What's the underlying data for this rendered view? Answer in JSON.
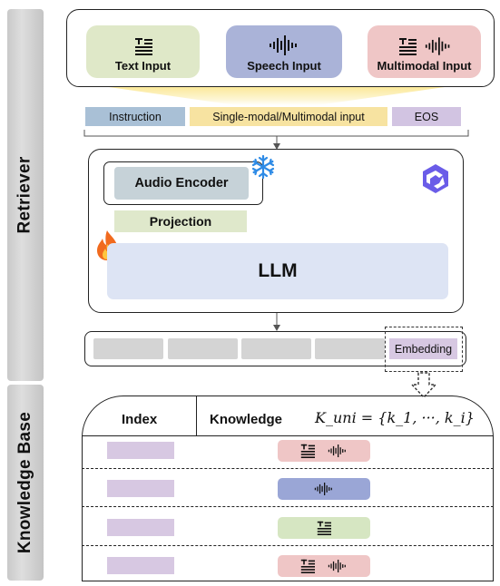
{
  "side_labels": {
    "retriever": "Retriever",
    "knowledge_base": "Knowledge Base"
  },
  "inputs": [
    {
      "label": "Text Input",
      "color": "#dfe8c8",
      "icon": "text-icon"
    },
    {
      "label": "Speech Input",
      "color": "#aab3d8",
      "icon": "waveform-icon"
    },
    {
      "label": "Multimodal Input",
      "color": "#efc6c6",
      "icon": "text-and-waveform-icon"
    }
  ],
  "tokens": {
    "instruction": {
      "label": "Instruction",
      "color": "#a9c0d6"
    },
    "input": {
      "label": "Single-modal/Multimodal input",
      "color": "#f7e3a1"
    },
    "eos": {
      "label": "EOS",
      "color": "#d2c4e2"
    }
  },
  "model": {
    "audio_encoder": "Audio Encoder",
    "projection": "Projection",
    "llm": "LLM",
    "frozen_icon": "snowflake-icon",
    "trainable_icon": "flame-icon",
    "brand_icon": "qwen-logo-icon"
  },
  "embedding_label": "Embedding",
  "table": {
    "headers": {
      "index": "Index",
      "knowledge": "Knowledge"
    },
    "formula": "K_uni = {k_1, ···, k_i}",
    "rows": [
      {
        "type": "multimodal",
        "color": "#efc6c6"
      },
      {
        "type": "speech",
        "color": "#9aa6d6"
      },
      {
        "type": "text",
        "color": "#d6e6c2"
      },
      {
        "type": "multimodal",
        "color": "#efc6c6"
      }
    ]
  }
}
